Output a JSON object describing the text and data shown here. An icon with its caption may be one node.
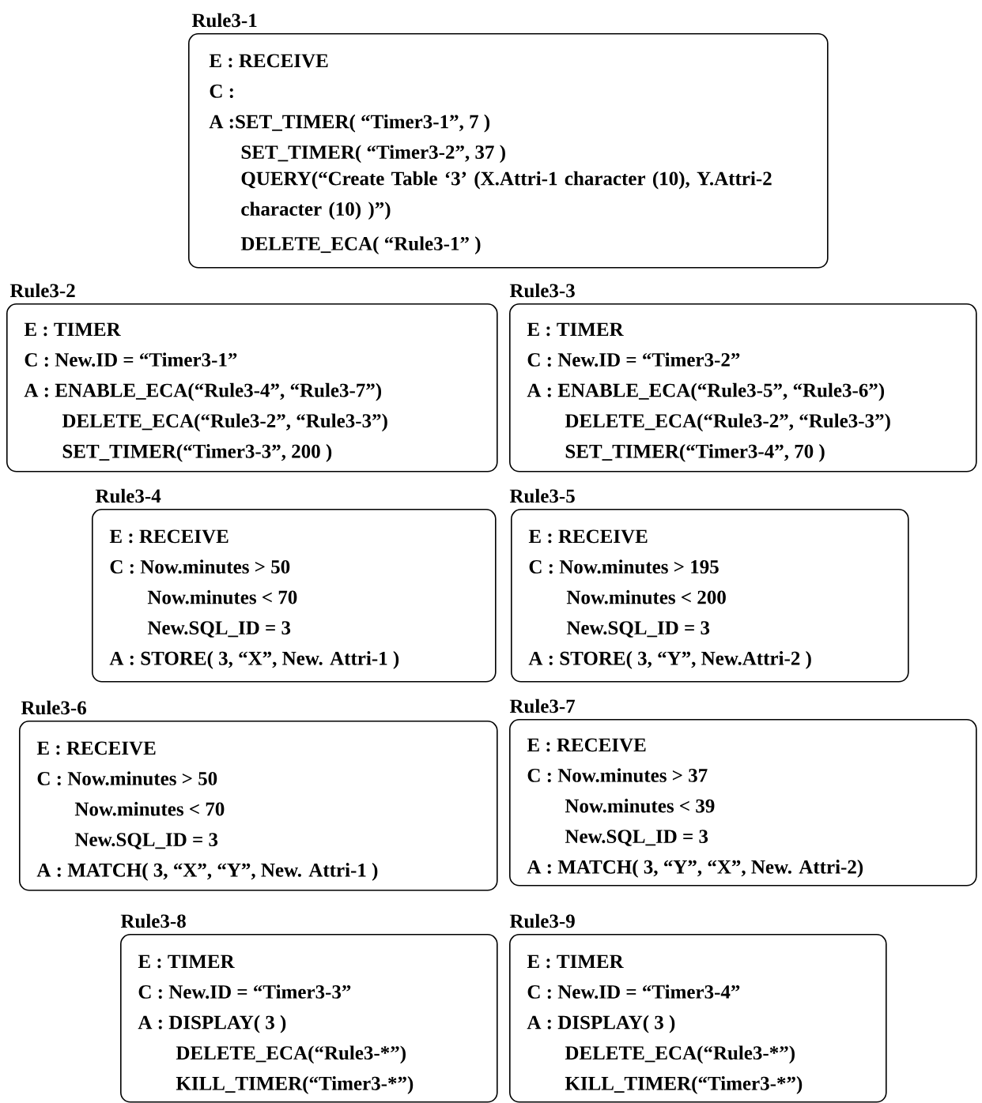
{
  "diagram": {
    "nodes": [
      {
        "text": [
          "Rule3-1",
          "E : RECEIVE",
          "C :",
          "A :SET_TIMER( “Timer3-1”, 7 )",
          "SET_TIMER( “Timer3-2”, 37 )",
          "QUERY(“Create Table ‘3’ (X.Attri-1 character (10), Y.Attri-2 character (10) )”)",
          "DELETE_ECA( “Rule3-1” )"
        ]
      },
      {
        "text": [
          "Rule3-2",
          "E : TIMER",
          "C : New.ID = “Timer3-1”",
          "A : ENABLE_ECA(“Rule3-4”, “Rule3-7”)",
          "DELETE_ECA(“Rule3-2”, “Rule3-3”)",
          "SET_TIMER(“Timer3-3”, 200 )"
        ]
      },
      {
        "text": [
          "Rule3-3",
          "E : TIMER",
          "C : New.ID = “Timer3-2”",
          "A : ENABLE_ECA(“Rule3-5”, “Rule3-6”)",
          "DELETE_ECA(“Rule3-2”, “Rule3-3”)",
          "SET_TIMER(“Timer3-4”, 70 )"
        ]
      },
      {
        "text": [
          "Rule3-4",
          "E : RECEIVE",
          "C : Now.minutes > 50",
          "Now.minutes < 70",
          "New.SQL_ID = 3",
          "A : STORE( 3, “X”, New. Attri-1 )"
        ]
      },
      {
        "text": [
          "Rule3-5",
          "E : RECEIVE",
          "C : Now.minutes > 195",
          "Now.minutes < 200",
          "New.SQL_ID = 3",
          "A : STORE( 3, “Y”, New.Attri-2 )"
        ]
      },
      {
        "text": [
          "Rule3-6",
          "E : RECEIVE",
          "C : Now.minutes > 50",
          "Now.minutes < 70",
          "New.SQL_ID = 3",
          "A : MATCH( 3, “X”, “Y”,  New. Attri-1 )"
        ]
      },
      {
        "text": [
          "Rule3-7",
          "E : RECEIVE",
          "C : Now.minutes > 37",
          "Now.minutes < 39",
          "New.SQL_ID = 3",
          "A : MATCH( 3, “Y”, “X”, New. Attri-2)"
        ]
      },
      {
        "text": [
          "Rule3-8",
          "E : TIMER",
          "C : New.ID = “Timer3-3”",
          "A : DISPLAY( 3 )",
          "DELETE_ECA(“Rule3-*”)",
          "KILL_TIMER(“Timer3-*”)"
        ]
      },
      {
        "text": [
          "Rule3-9",
          "E : TIMER",
          "C : New.ID = “Timer3-4”",
          "A : DISPLAY( 3 )",
          "DELETE_ECA(“Rule3-*”)",
          "KILL_TIMER(“Timer3-*”)"
        ]
      }
    ]
  }
}
